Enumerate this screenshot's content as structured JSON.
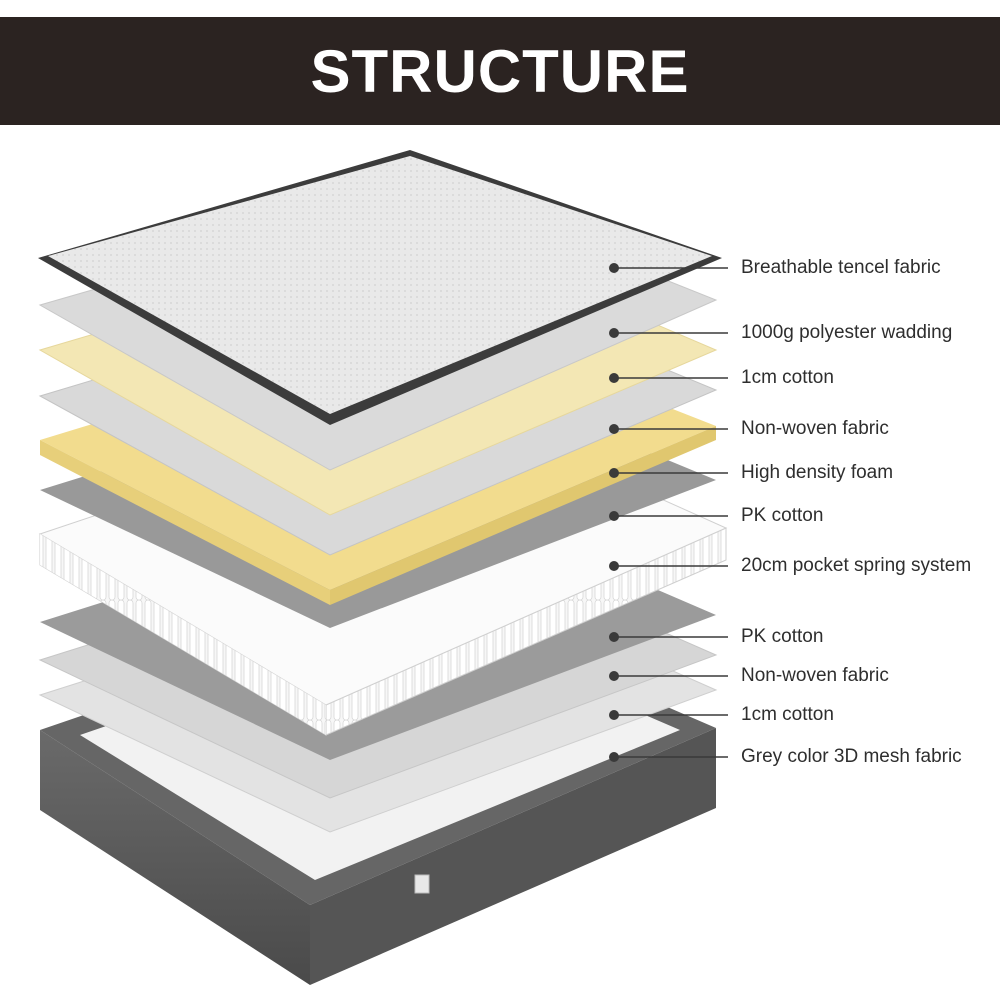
{
  "header": {
    "title": "STRUCTURE"
  },
  "colors": {
    "banner": "#2b2321",
    "light_grey_layer": "#dcdcdc",
    "cotton_layer": "#f3e6b0",
    "foam_layer": "#f4df92",
    "pk_cotton_layer": "#9a9a9a",
    "spring_layer": "#f6f6f6",
    "mesh_base": "#5a5a5a",
    "top_fabric": "#ececec",
    "callout": "#3a3a3a"
  },
  "layers": [
    {
      "label": "Breathable tencel fabric"
    },
    {
      "label": "1000g polyester wadding"
    },
    {
      "label": "1cm cotton"
    },
    {
      "label": "Non-woven fabric"
    },
    {
      "label": "High density foam"
    },
    {
      "label": "PK cotton"
    },
    {
      "label": "20cm pocket spring system"
    },
    {
      "label": "PK cotton"
    },
    {
      "label": "Non-woven fabric"
    },
    {
      "label": "1cm cotton"
    },
    {
      "label": "Grey color 3D mesh fabric"
    }
  ]
}
